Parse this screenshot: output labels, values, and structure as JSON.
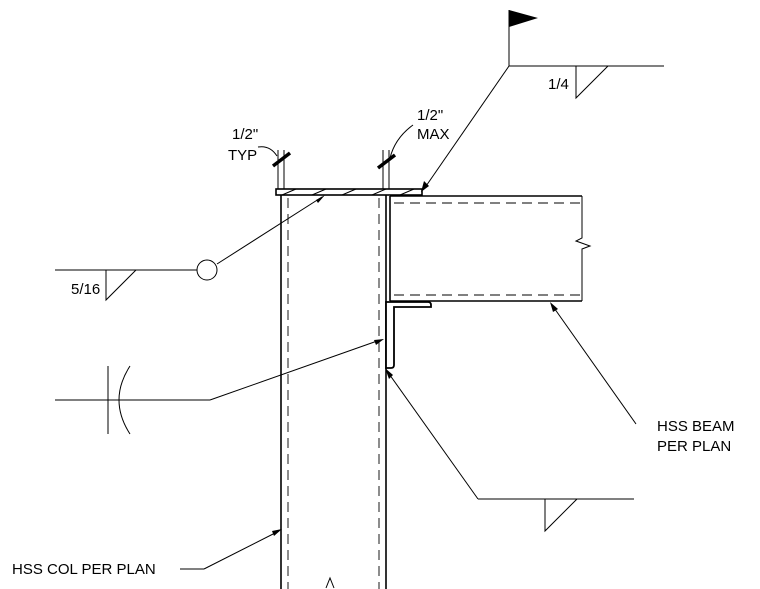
{
  "labels": {
    "weld_top_right": "1/4",
    "weld_left": "5/16",
    "bolt_left_size": "1/2\"",
    "bolt_left_note": "TYP",
    "bolt_right_size": "1/2\"",
    "bolt_right_note": "MAX",
    "beam_line1": "HSS BEAM",
    "beam_line2": "PER PLAN",
    "column": "HSS COL PER PLAN"
  }
}
